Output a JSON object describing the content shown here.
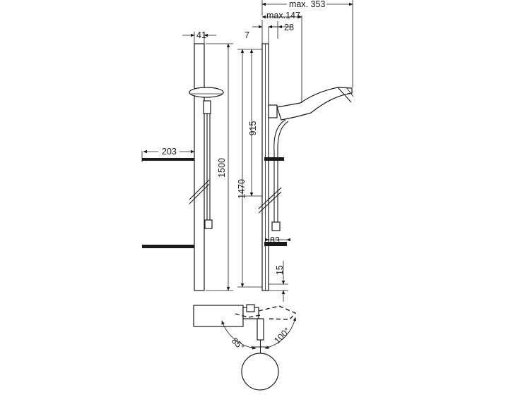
{
  "dimensions": {
    "bar_width": "41",
    "clearance": "7",
    "offset": "28",
    "outreach_min": "max.147",
    "outreach_max": "max. 353",
    "hose_length": "915",
    "total_height": "1500",
    "bar_length": "1470",
    "shelf_depth": "203",
    "soap_dish": "83",
    "bottom_gap": "15",
    "angle_left": "85°",
    "angle_right": "100°"
  }
}
